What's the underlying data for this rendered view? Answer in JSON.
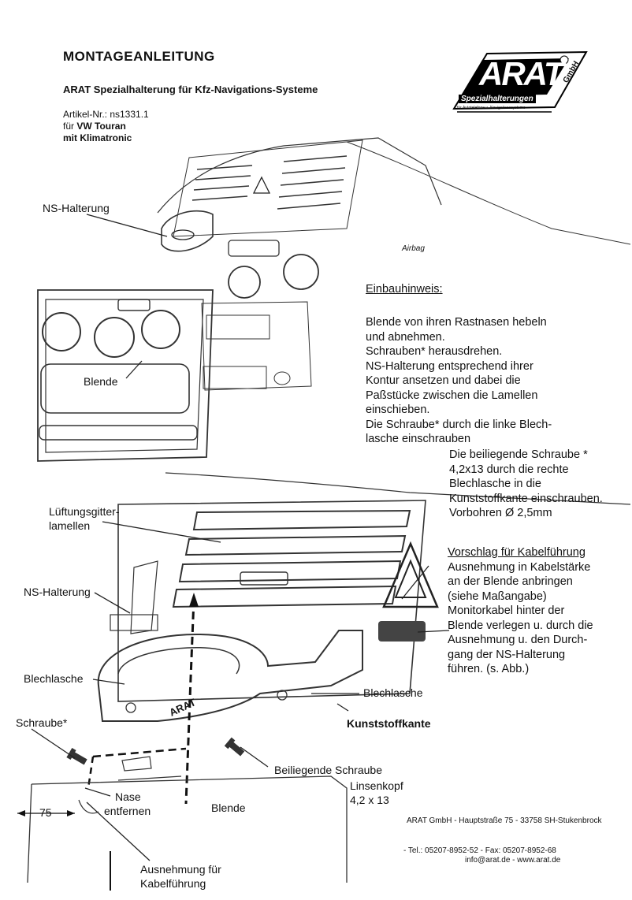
{
  "header": {
    "title": "MONTAGEANLEITUNG",
    "subtitle": "ARAT Spezialhalterung für Kfz-Navigations-Systeme",
    "article_line": "Artikel-Nr.: ns1331.1",
    "for_prefix": "für",
    "vehicle": "VW Touran",
    "equipment": "mit Klimatronic"
  },
  "logo": {
    "brand": "ARAT",
    "gmbh": "GmbH",
    "tagline": "Spezialhalterungen",
    "tagline_small": "für Autotelefone u. Navigationssysteme"
  },
  "labels": {
    "ns_halterung_top": "NS-Halterung",
    "blende_top": "Blende",
    "lueftung_line1": "Lüftungsgitter-",
    "lueftung_line2": "lamellen",
    "ns_halterung_mid": "NS-Halterung",
    "blechlasche_left": "Blechlasche",
    "blechlasche_right": "Blechlasche",
    "kunststoffkante": "Kunststoffkante",
    "schraube": "Schraube*",
    "beiliegende": "Beiliegende Schraube",
    "linsenkopf_1": "Linsenkopf",
    "linsenkopf_2": "4,2 x 13",
    "nase_1": "Nase",
    "nase_2": "entfernen",
    "blende_bottom": "Blende",
    "dim_75": "75",
    "ausnehmung_1": "Ausnehmung für",
    "ausnehmung_2": "Kabelführung",
    "airbag": "Airbag",
    "bracket_text": "ARAT"
  },
  "einbau": {
    "heading": "Einbauhinweis:",
    "lines": [
      "Blende von ihren Rastnasen hebeln",
      "und abnehmen.",
      "Schrauben* herausdrehen.",
      "NS-Halterung entsprechend ihrer",
      "Kontur ansetzen und dabei die",
      "Paßstücke zwischen die Lamellen",
      "einschieben.",
      "Die Schraube* durch die linke Blech-",
      "lasche einschrauben"
    ],
    "lines2": [
      "Die beiliegende Schraube *",
      "4,2x13 durch die rechte",
      "Blechlasche in die",
      "Kunststoffkante einschrauben.",
      "Vorbohren Ø 2,5mm"
    ]
  },
  "vorschlag": {
    "heading": "Vorschlag für Kabelführung",
    "lines": [
      "Ausnehmung in Kabelstärke",
      "an der Blende anbringen",
      "(siehe Maßangabe)",
      "Monitorkabel hinter der",
      "Blende verlegen u. durch die",
      "Ausnehmung u. den Durch-",
      "gang der NS-Halterung",
      "führen. (s. Abb.)"
    ]
  },
  "footer": {
    "address": "ARAT GmbH  -  Hauptstraße 75  -  33758 SH-Stukenbrock",
    "contact": "-  Tel.: 05207-8952-52  -  Fax: 05207-8952-68",
    "web": "info@arat.de  -  www.arat.de"
  }
}
